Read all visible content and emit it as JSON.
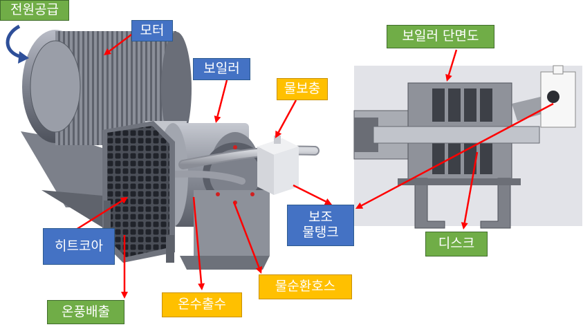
{
  "labels": {
    "power_supply": "전원공급",
    "motor": "모터",
    "boiler": "보일러",
    "water_supply": "물보충",
    "aux_water_tank": "보조\n물탱크",
    "heat_core": "히트코아",
    "hot_air_outlet": "온풍배출",
    "hot_water_outlet": "온수출수",
    "water_circulation_hose": "물순환호스",
    "boiler_cross_section": "보일러 단면도",
    "disc": "디스크"
  },
  "colors": {
    "green": "#70ad47",
    "blue": "#4472c4",
    "yellow": "#ffc000",
    "arrow": "#ff0000"
  }
}
